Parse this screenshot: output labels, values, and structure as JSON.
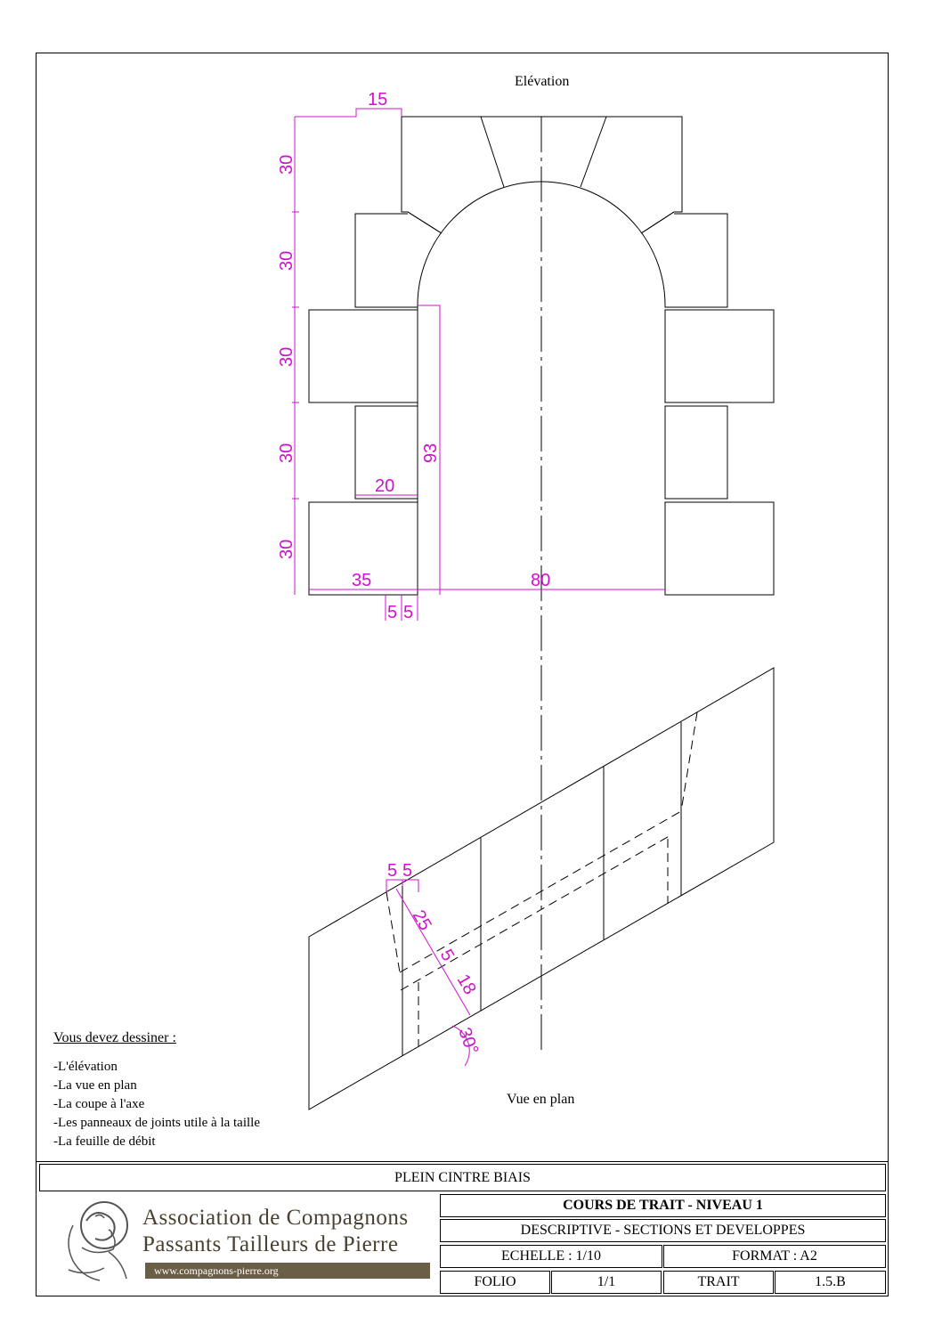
{
  "drawing": {
    "title_elevation": "Elévation",
    "title_plan": "Vue en plan",
    "dimensions": {
      "d15": "15",
      "d30_1": "30",
      "d30_2": "30",
      "d30_3": "30",
      "d30_4": "30",
      "d30_5": "30",
      "d93": "93",
      "d20": "20",
      "d35": "35",
      "d80": "80",
      "d5a": "5",
      "d5b": "5",
      "p5a": "5",
      "p5b": "5",
      "p25": "25",
      "p5c": "5",
      "p18": "18",
      "angle": "30°"
    },
    "colors": {
      "dimension": "#d010d0",
      "lines": "#000000"
    }
  },
  "instructions": {
    "heading": "Vous devez dessiner :",
    "items": [
      "-L'élévation",
      "-La vue en plan",
      "-La coupe à l'axe",
      "-Les panneaux de joints utile à la taille",
      "-La feuille de débit"
    ]
  },
  "title_block": {
    "project_title": "PLEIN CINTRE BIAIS",
    "course": "COURS DE TRAIT - NIVEAU 1",
    "subject": "DESCRIPTIVE - SECTIONS ET DEVELOPPES",
    "scale": "ECHELLE : 1/10",
    "format": "FORMAT : A2",
    "folio_label": "FOLIO",
    "folio_value": "1/1",
    "trait_label": "TRAIT",
    "trait_value": "1.5.B"
  },
  "organization": {
    "name_line1": "Association de Compagnons",
    "name_line2": "Passants Tailleurs de Pierre",
    "url": "www.compagnons-pierre.org",
    "logo_icon": "stone-carver-head-logo"
  }
}
